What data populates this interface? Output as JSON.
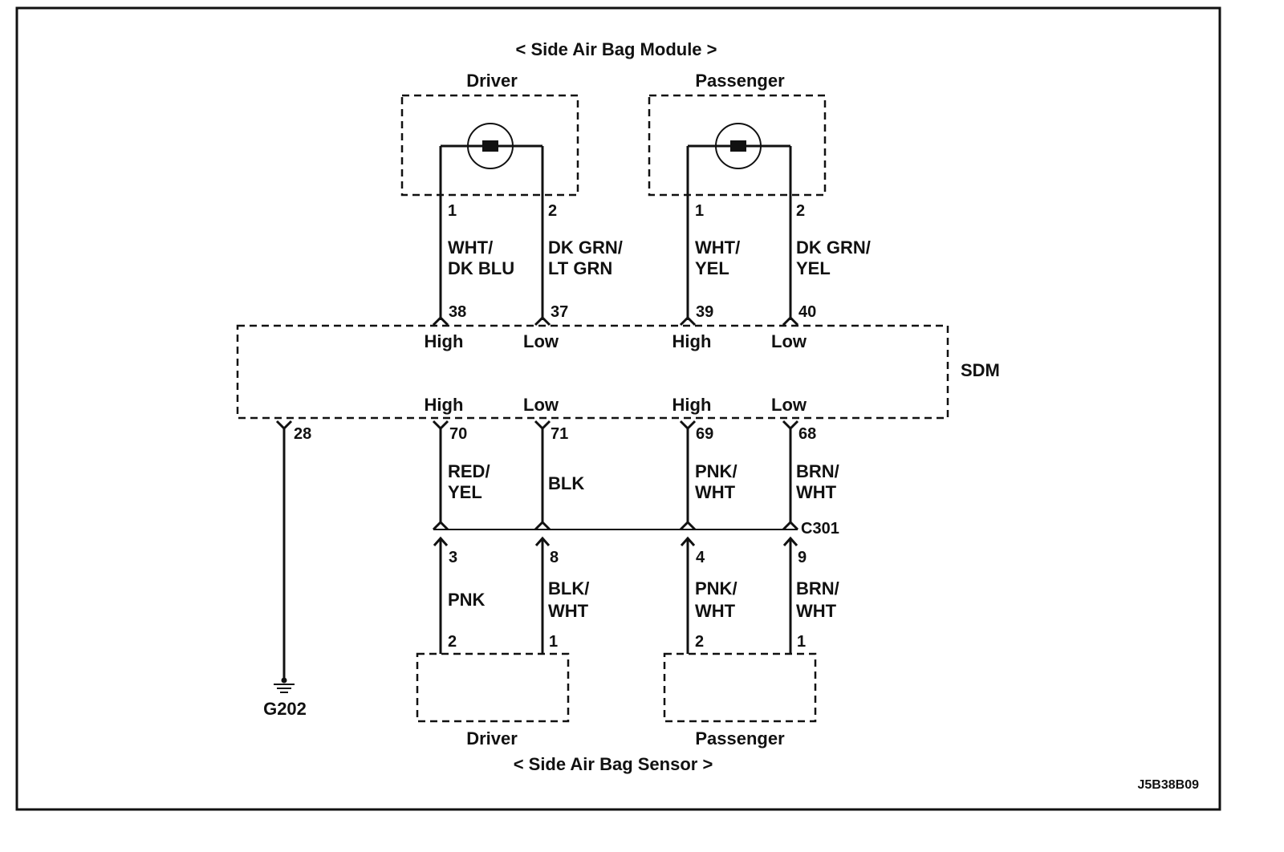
{
  "diagram": {
    "module_title": "< Side Air Bag Module >",
    "sensor_title": "< Side Air Bag Sensor >",
    "figure_id": "J5B38B09",
    "sdm_label": "SDM",
    "ground_label": "G202",
    "connector_c301": "C301",
    "module_driver": {
      "label": "Driver",
      "pin_left": "1",
      "pin_right": "2",
      "wire_left": [
        "WHT/",
        "DK BLU"
      ],
      "wire_right": [
        "DK GRN/",
        "LT GRN"
      ]
    },
    "module_passenger": {
      "label": "Passenger",
      "pin_left": "1",
      "pin_right": "2",
      "wire_left": [
        "WHT/",
        "YEL"
      ],
      "wire_right": [
        "DK GRN/",
        "YEL"
      ]
    },
    "sdm_top_terminals": [
      {
        "num": "38",
        "label": "High"
      },
      {
        "num": "37",
        "label": "Low"
      },
      {
        "num": "39",
        "label": "High"
      },
      {
        "num": "40",
        "label": "Low"
      }
    ],
    "sdm_bottom_terminals": [
      {
        "num": "28",
        "label": ""
      },
      {
        "num": "70",
        "label": "High"
      },
      {
        "num": "71",
        "label": "Low"
      },
      {
        "num": "69",
        "label": "High"
      },
      {
        "num": "68",
        "label": "Low"
      }
    ],
    "upper_harness": [
      {
        "lines": [
          "RED/",
          "YEL"
        ]
      },
      {
        "lines": [
          "BLK",
          ""
        ]
      },
      {
        "lines": [
          "PNK/",
          "WHT"
        ]
      },
      {
        "lines": [
          "BRN/",
          "WHT"
        ]
      }
    ],
    "c301_pins": [
      "3",
      "8",
      "4",
      "9"
    ],
    "lower_harness": [
      {
        "lines": [
          "PNK",
          ""
        ]
      },
      {
        "lines": [
          "BLK/",
          "WHT"
        ]
      },
      {
        "lines": [
          "PNK/",
          "WHT"
        ]
      },
      {
        "lines": [
          "BRN/",
          "WHT"
        ]
      }
    ],
    "sensor_driver": {
      "label": "Driver",
      "pin_left": "2",
      "pin_right": "1"
    },
    "sensor_passenger": {
      "label": "Passenger",
      "pin_left": "2",
      "pin_right": "1"
    }
  }
}
